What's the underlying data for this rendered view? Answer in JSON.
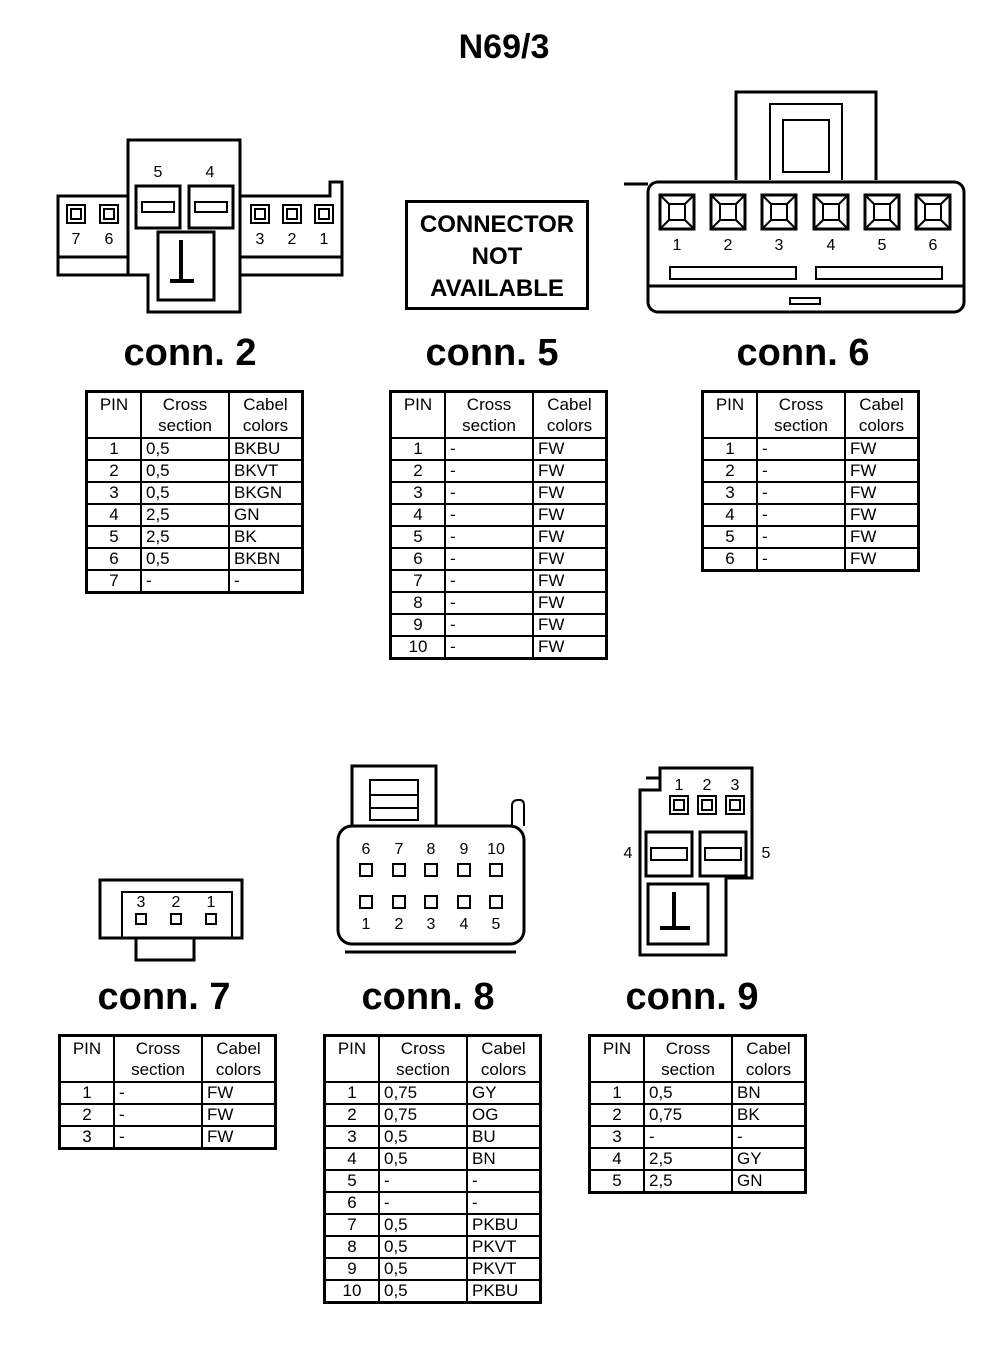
{
  "title": "N69/3",
  "not_available": [
    "CONNECTOR",
    "NOT",
    "AVAILABLE"
  ],
  "headers": {
    "pin": "PIN",
    "cross": [
      "Cross",
      "section"
    ],
    "colors": [
      "Cabel",
      "colors"
    ]
  },
  "connectors": [
    {
      "label": "conn. 2",
      "pin_labels": [
        "5",
        "4",
        "7",
        "6",
        "3",
        "2",
        "1"
      ],
      "rows": [
        [
          "1",
          "0,5",
          "BKBU"
        ],
        [
          "2",
          "0,5",
          "BKVT"
        ],
        [
          "3",
          "0,5",
          "BKGN"
        ],
        [
          "4",
          "2,5",
          "GN"
        ],
        [
          "5",
          "2,5",
          "BK"
        ],
        [
          "6",
          "0,5",
          "BKBN"
        ],
        [
          "7",
          "-",
          "-"
        ]
      ]
    },
    {
      "label": "conn. 5",
      "rows": [
        [
          "1",
          "-",
          "FW"
        ],
        [
          "2",
          "-",
          "FW"
        ],
        [
          "3",
          "-",
          "FW"
        ],
        [
          "4",
          "-",
          "FW"
        ],
        [
          "5",
          "-",
          "FW"
        ],
        [
          "6",
          "-",
          "FW"
        ],
        [
          "7",
          "-",
          "FW"
        ],
        [
          "8",
          "-",
          "FW"
        ],
        [
          "9",
          "-",
          "FW"
        ],
        [
          "10",
          "-",
          "FW"
        ]
      ]
    },
    {
      "label": "conn. 6",
      "pin_labels": [
        "1",
        "2",
        "3",
        "4",
        "5",
        "6"
      ],
      "rows": [
        [
          "1",
          "-",
          "FW"
        ],
        [
          "2",
          "-",
          "FW"
        ],
        [
          "3",
          "-",
          "FW"
        ],
        [
          "4",
          "-",
          "FW"
        ],
        [
          "5",
          "-",
          "FW"
        ],
        [
          "6",
          "-",
          "FW"
        ]
      ]
    },
    {
      "label": "conn. 7",
      "pin_labels": [
        "3",
        "2",
        "1"
      ],
      "rows": [
        [
          "1",
          "-",
          "FW"
        ],
        [
          "2",
          "-",
          "FW"
        ],
        [
          "3",
          "-",
          "FW"
        ]
      ]
    },
    {
      "label": "conn. 8",
      "pin_labels": [
        "6",
        "7",
        "8",
        "9",
        "10",
        "1",
        "2",
        "3",
        "4",
        "5"
      ],
      "rows": [
        [
          "1",
          "0,75",
          "GY"
        ],
        [
          "2",
          "0,75",
          "OG"
        ],
        [
          "3",
          "0,5",
          "BU"
        ],
        [
          "4",
          "0,5",
          "BN"
        ],
        [
          "5",
          "-",
          "-"
        ],
        [
          "6",
          "-",
          "-"
        ],
        [
          "7",
          "0,5",
          "PKBU"
        ],
        [
          "8",
          "0,5",
          "PKVT"
        ],
        [
          "9",
          "0,5",
          "PKVT"
        ],
        [
          "10",
          "0,5",
          "PKBU"
        ]
      ]
    },
    {
      "label": "conn. 9",
      "pin_labels": [
        "1",
        "2",
        "3",
        "4",
        "5"
      ],
      "rows": [
        [
          "1",
          "0,5",
          "BN"
        ],
        [
          "2",
          "0,75",
          "BK"
        ],
        [
          "3",
          "-",
          "-"
        ],
        [
          "4",
          "2,5",
          "GY"
        ],
        [
          "5",
          "2,5",
          "GN"
        ]
      ]
    }
  ]
}
